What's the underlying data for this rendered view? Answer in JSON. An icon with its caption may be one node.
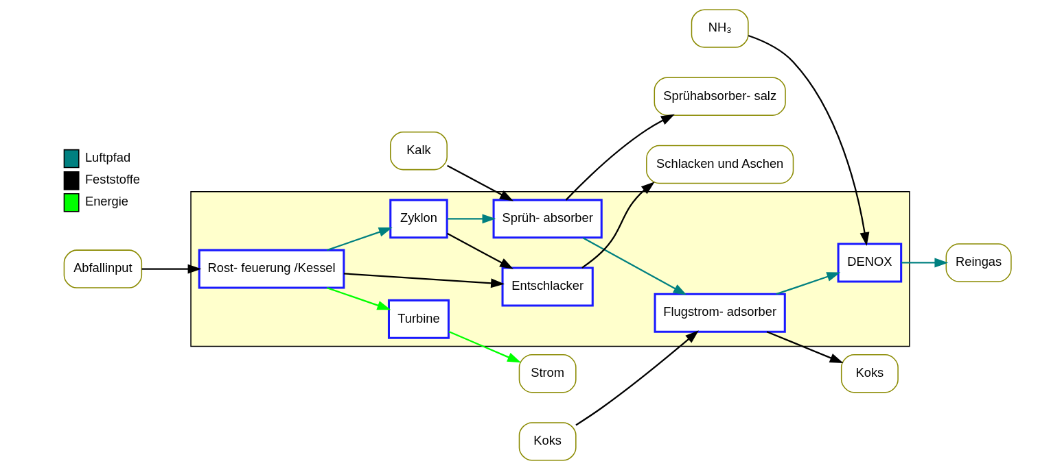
{
  "diagram": {
    "nodes": [
      {
        "text": [],
        "shape": "box"
      },
      {
        "text": [
          "Abfallinput"
        ]
      },
      {
        "text": [
          "Strom"
        ]
      },
      {
        "text": [
          "Kalk"
        ]
      },
      {
        "text": [
          "Koks"
        ]
      },
      {
        "text": [
          "NH₃"
        ]
      },
      {
        "text": [
          "Reingas"
        ]
      },
      {
        "text": [
          "Turbine"
        ],
        "in": 0
      },
      {
        "text": [
          "Rost- feuerung /Kessel"
        ],
        "in": 0
      },
      {
        "text": [
          "Zyklon"
        ],
        "in": 0
      },
      {
        "text": [
          "Sprüh- absorber"
        ],
        "in": 0
      },
      {
        "text": [
          "Flugstrom- adsorber"
        ],
        "in": 0
      },
      {
        "text": [
          "DENOX"
        ],
        "in": 0
      },
      {
        "text": [
          "Entschlacker"
        ],
        "in": 0
      },
      {
        "text": [
          "Schlacken und Aschen"
        ]
      },
      {
        "text": [
          "Sprühabsorber- salz"
        ]
      },
      {
        "text": [
          "Koks"
        ]
      }
    ],
    "edges": [
      {
        "from": 1,
        "to": 8,
        "arrow": "to"
      },
      {
        "from": 8,
        "to": 7,
        "arrow": "to",
        "color": "#00ff00"
      },
      {
        "from": 7,
        "to": 2,
        "arrow": "to",
        "color": "#00ff00"
      },
      {
        "from": 8,
        "to": 9,
        "arrow": "to",
        "color": "#008080"
      },
      {
        "from": 9,
        "to": 10,
        "arrow": "to",
        "color": "#008080"
      },
      {
        "from": 3,
        "to": 10,
        "arrow": "to"
      },
      {
        "from": 10,
        "to": 11,
        "arrow": "to",
        "color": "#008080"
      },
      {
        "from": 4,
        "to": 11,
        "arrow": "to"
      },
      {
        "from": 11,
        "to": 12,
        "arrow": "to",
        "color": "#008080"
      },
      {
        "from": 5,
        "to": 12,
        "arrow": "to"
      },
      {
        "from": 12,
        "to": 6,
        "arrow": "to",
        "color": "#008080"
      },
      {
        "from": 8,
        "to": 13,
        "arrow": "to"
      },
      {
        "from": 9,
        "to": 13,
        "arrow": "to"
      },
      {
        "from": 13,
        "to": 14,
        "arrow": "to"
      },
      {
        "from": 10,
        "to": 15,
        "arrow": "to"
      },
      {
        "from": 11,
        "to": 16,
        "arrow": "to"
      }
    ],
    "legend": [
      {
        "text": "Luftpfad",
        "color": "#008080"
      },
      {
        "text": "Feststoffe",
        "color": "#000000"
      },
      {
        "text": "Energie",
        "color": "#00ff00"
      }
    ]
  }
}
